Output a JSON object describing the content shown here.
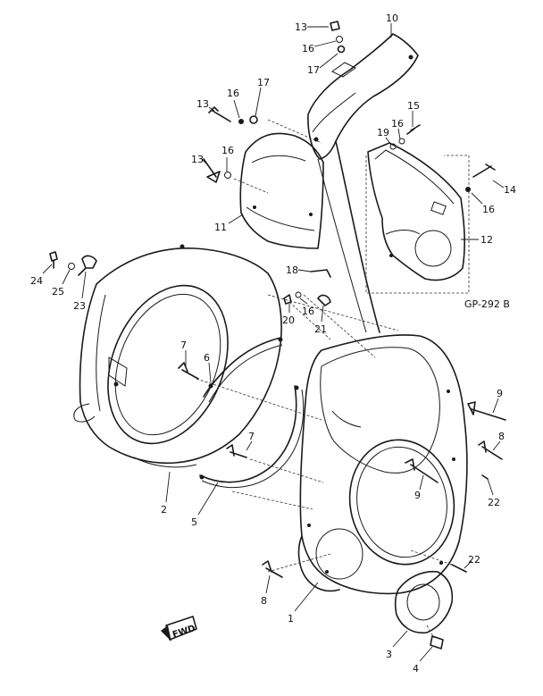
{
  "reference_code": "GP-292 B",
  "fwd_mark": "FWD",
  "callouts": [
    {
      "id": "c13a",
      "text": "13"
    },
    {
      "id": "c16a",
      "text": "16"
    },
    {
      "id": "c17a",
      "text": "17"
    },
    {
      "id": "c10",
      "text": "10"
    },
    {
      "id": "c13b",
      "text": "13"
    },
    {
      "id": "c16b",
      "text": "16"
    },
    {
      "id": "c17b",
      "text": "17"
    },
    {
      "id": "c13c",
      "text": "13"
    },
    {
      "id": "c16c",
      "text": "16"
    },
    {
      "id": "c11",
      "text": "11"
    },
    {
      "id": "c15",
      "text": "15"
    },
    {
      "id": "c16d",
      "text": "16"
    },
    {
      "id": "c19",
      "text": "19"
    },
    {
      "id": "c14",
      "text": "14"
    },
    {
      "id": "c16e",
      "text": "16"
    },
    {
      "id": "c12",
      "text": "12"
    },
    {
      "id": "c24",
      "text": "24"
    },
    {
      "id": "c25",
      "text": "25"
    },
    {
      "id": "c23",
      "text": "23"
    },
    {
      "id": "c18",
      "text": "18"
    },
    {
      "id": "c20",
      "text": "20"
    },
    {
      "id": "c16f",
      "text": "16"
    },
    {
      "id": "c21",
      "text": "21"
    },
    {
      "id": "c7a",
      "text": "7"
    },
    {
      "id": "c6",
      "text": "6"
    },
    {
      "id": "c9a",
      "text": "9"
    },
    {
      "id": "c8a",
      "text": "8"
    },
    {
      "id": "c7b",
      "text": "7"
    },
    {
      "id": "c9b",
      "text": "9"
    },
    {
      "id": "c22a",
      "text": "22"
    },
    {
      "id": "c2",
      "text": "2"
    },
    {
      "id": "c5",
      "text": "5"
    },
    {
      "id": "c22b",
      "text": "22"
    },
    {
      "id": "c8b",
      "text": "8"
    },
    {
      "id": "c1",
      "text": "1"
    },
    {
      "id": "c3",
      "text": "3"
    },
    {
      "id": "c4",
      "text": "4"
    }
  ]
}
